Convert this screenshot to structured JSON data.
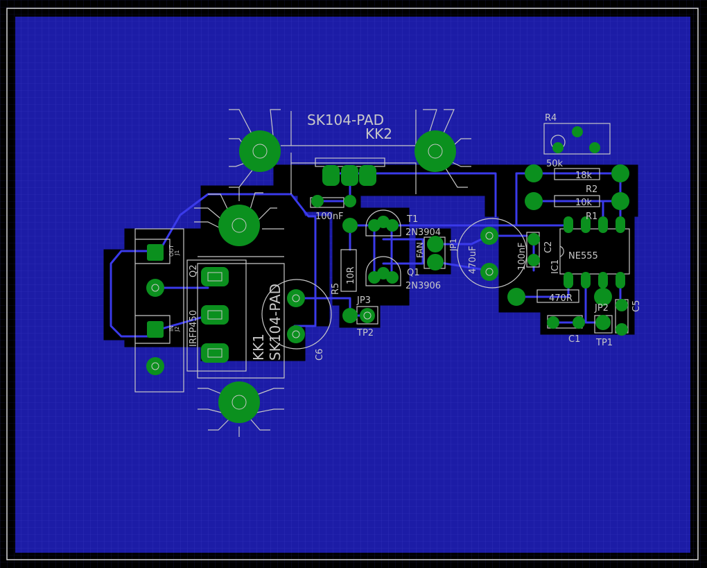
{
  "labels": {
    "kk2_type": "SK104-PAD",
    "kk2_name": "KK2",
    "kk1_name": "KK1",
    "kk1_type": "SK104-PAD",
    "r4": "R4",
    "r4_value": "50k",
    "r2_value": "18k",
    "r2": "R2",
    "r1_value": "10k",
    "r1": "R1",
    "t1": "T1",
    "t1_part": "2N3904",
    "q1": "Q1",
    "q1_part": "2N3906",
    "q2": "Q2",
    "q2_part": "IRFP450",
    "ic1": "IC1",
    "ic1_part": "NE555",
    "c_100nf_left": "100nF",
    "c_100nf_right": "100nF",
    "c_470uf": "470uF",
    "c6": "C6",
    "c2": "C2",
    "c1": "C1",
    "c5": "C5",
    "r5": "R5",
    "r5_value": "10R",
    "r_470": "470R",
    "fan": "FAN",
    "jp1": "JP1",
    "jp2": "JP2",
    "jp3": "JP3",
    "tp1": "TP1",
    "tp2": "TP2",
    "j1": "J1",
    "j2": "J2",
    "j1_sub": "OUT",
    "j2_sub": "IN"
  },
  "colors": {
    "board": "#1a1aa8",
    "grid": "#3a3ac8",
    "pad": "#0a8f1e",
    "trace": "#3a3ae0",
    "silk": "#c8c8c8",
    "frame": "#e0e0e0"
  }
}
